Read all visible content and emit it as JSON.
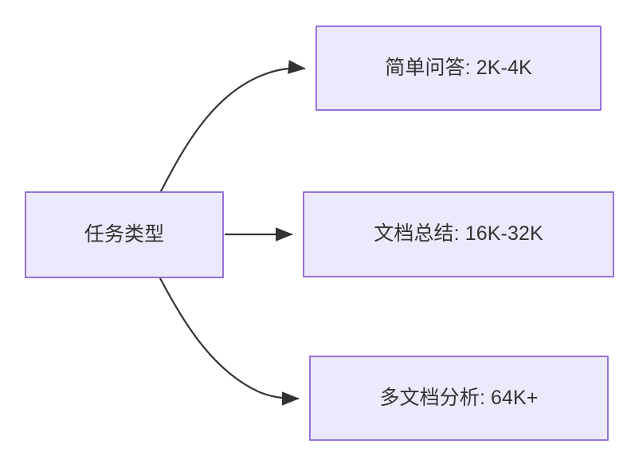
{
  "diagram": {
    "type": "flowchart",
    "direction": "left-to-right",
    "background_color": "#ffffff",
    "node_fill_color": "#ebe9fb",
    "node_border_color": "#9673d6",
    "node_text_color": "#333333",
    "edge_color": "#333333",
    "root": {
      "id": "root",
      "label": "任务类型"
    },
    "branches": [
      {
        "id": "simple-qa",
        "label": "简单问答: 2K-4K",
        "task": "简单问答",
        "context_length": "2K-4K",
        "edge_style": "curved"
      },
      {
        "id": "doc-summary",
        "label": "文档总结: 16K-32K",
        "task": "文档总结",
        "context_length": "16K-32K",
        "edge_style": "straight"
      },
      {
        "id": "multi-doc",
        "label": "多文档分析: 64K+",
        "task": "多文档分析",
        "context_length": "64K+",
        "edge_style": "curved"
      }
    ]
  }
}
